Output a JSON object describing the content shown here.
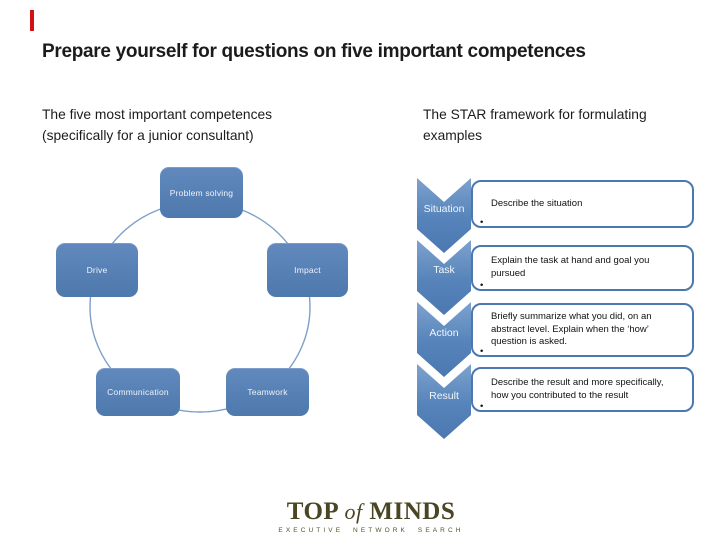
{
  "slide": {
    "title": "Prepare yourself for questions on five important competences",
    "left_heading": "The five most important competences\n(specifically for a junior consultant)",
    "right_heading": "The STAR framework for formulating\nexamples"
  },
  "cycle": {
    "items": [
      {
        "label": "Problem solving"
      },
      {
        "label": "Impact"
      },
      {
        "label": "Teamwork"
      },
      {
        "label": "Communication"
      },
      {
        "label": "Drive"
      }
    ]
  },
  "star": {
    "rows": [
      {
        "label": "Situation",
        "bullet": "•",
        "text": "Describe the situation"
      },
      {
        "label": "Task",
        "bullet": "•",
        "text": "Explain the task at hand and goal you\npursued"
      },
      {
        "label": "Action",
        "bullet": "•",
        "text": "Briefly summarize what you did, on an\nabstract level. Explain when the ‘how’\nquestion is asked."
      },
      {
        "label": "Result",
        "bullet": "•",
        "text": "Describe the result and more specifically,\nhow you contributed to the result"
      }
    ]
  },
  "logo": {
    "word_top": "TOP",
    "word_of": "of",
    "word_minds": "MINDS",
    "tagline": "EXECUTIVE NETWORK SEARCH"
  },
  "colors": {
    "accent_blue": "#4f81bd",
    "circle_stroke": "#7e9fc9",
    "logo_olive": "#4a4523",
    "marker_red": "#d01218"
  }
}
